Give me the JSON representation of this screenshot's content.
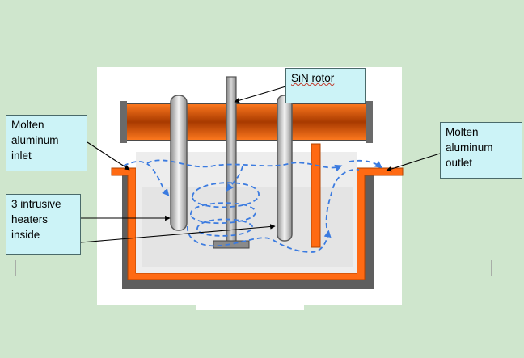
{
  "labels": {
    "rotor": "SiN rotor",
    "inlet": [
      "Molten",
      "aluminum",
      "inlet"
    ],
    "heaters": [
      "3 intrusive",
      "heaters",
      "inside"
    ],
    "outlet": [
      "Molten",
      "aluminum",
      "outlet"
    ]
  },
  "colors": {
    "background": "#cfe6cd",
    "callout_fill": "#ccf3f7",
    "refractory": "#ff6a13",
    "steel_shell": "#5e5e5e",
    "metal_bath": "#ededed",
    "flow_arrows": "#3b7be0",
    "rotor_shaft": "#9a9a9a"
  }
}
